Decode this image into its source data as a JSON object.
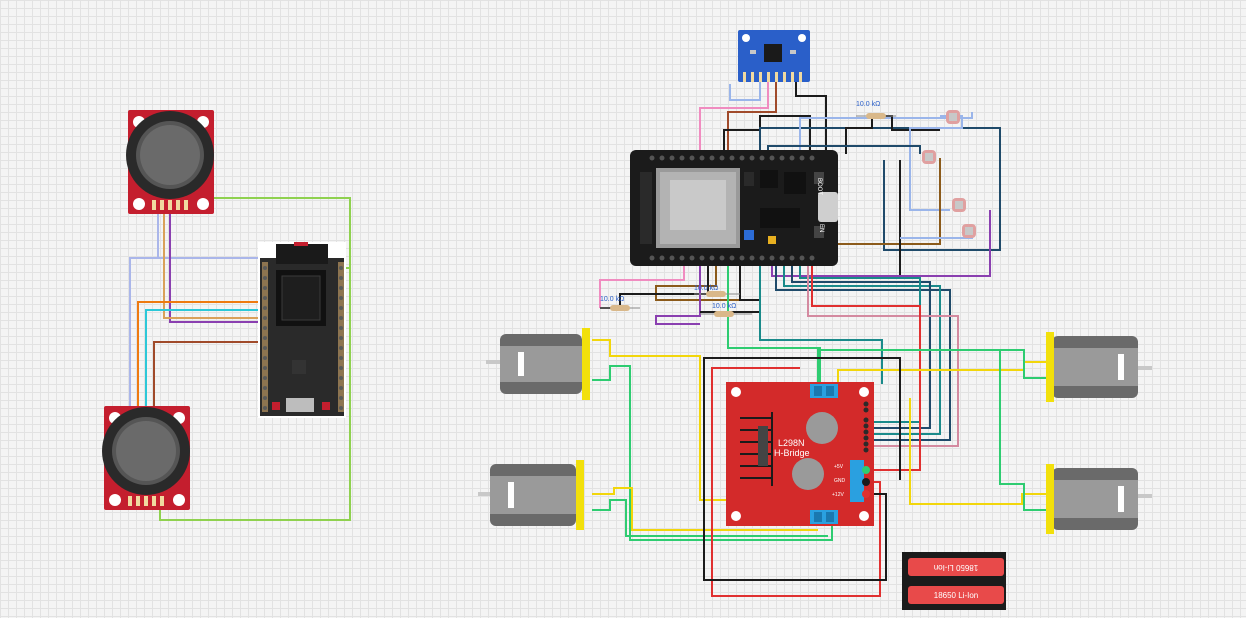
{
  "resistors": [
    {
      "label": "10.0 kΩ"
    },
    {
      "label": "10.0 kΩ"
    },
    {
      "label": "10.0 kΩ"
    },
    {
      "label": "10.0 kΩ"
    }
  ],
  "hbridge": {
    "title": "L298N",
    "subtitle": "H-Bridge",
    "pin_12v": "+12V",
    "pin_gnd": "GND",
    "pin_5v": "+5V"
  },
  "battery": {
    "cell1": "18650 Li-Ion",
    "cell2": "18650 Li-Ion"
  },
  "esp32": {
    "boot": "BOOT",
    "en": "EN"
  },
  "colors": {
    "board_red": "#d32a2a",
    "esp_black": "#1b1b1b",
    "sensor_blue": "#2a5fc9",
    "motor_grey": "#7a7a7a",
    "motor_yellow": "#f2e00b"
  }
}
